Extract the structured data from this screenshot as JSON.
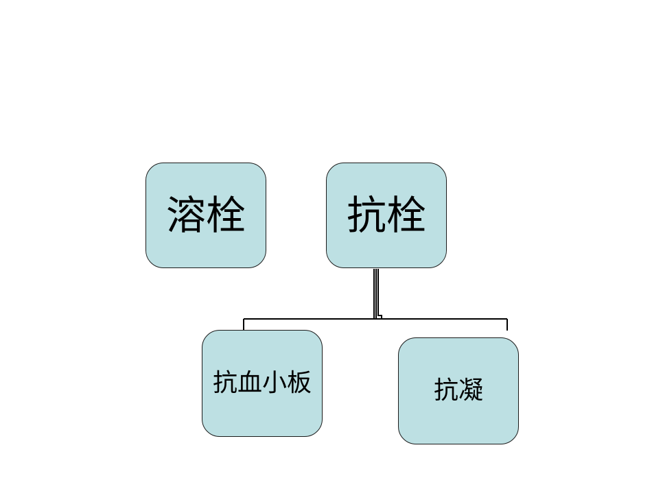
{
  "diagram": {
    "nodes": {
      "thrombolysis": {
        "label": "溶栓"
      },
      "antithrombotic": {
        "label": "抗栓"
      },
      "antiplatelet": {
        "label": "抗血小板"
      },
      "anticoagulant": {
        "label": "抗凝"
      }
    },
    "edges": [
      {
        "from": "antithrombotic",
        "to": "antiplatelet"
      },
      {
        "from": "antithrombotic",
        "to": "anticoagulant"
      }
    ],
    "colors": {
      "node_fill": "#bde0e3",
      "node_border": "#1a1a1a",
      "connector": "#000000",
      "background": "#ffffff"
    }
  }
}
